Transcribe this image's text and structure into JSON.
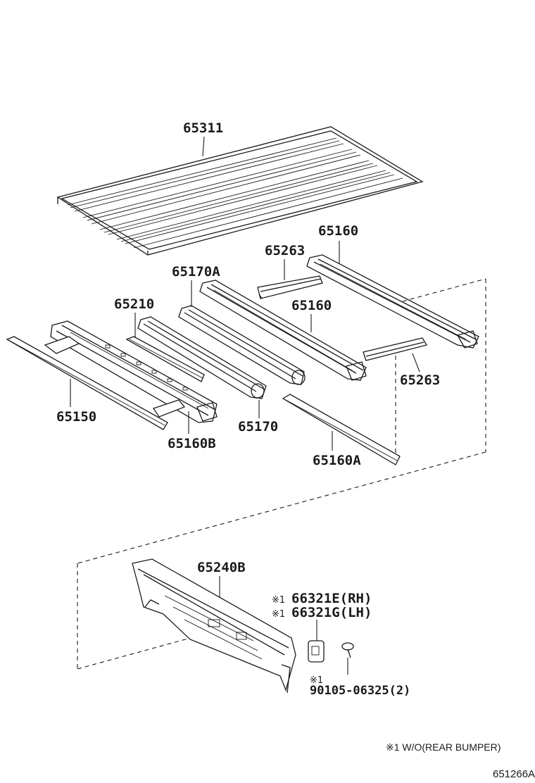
{
  "parts": {
    "floor_panel": "65311",
    "sill_right": "65160",
    "reinforcement_upper": "65263",
    "sill_65170a": "65170A",
    "sill_center": "65160",
    "reinforcement_65210": "65210",
    "reinforcement_lower": "65263",
    "member_65150": "65150",
    "sill_65160b": "65160B",
    "sill_65170": "65170",
    "sill_65160a": "65160A",
    "rear_panel": "65240B",
    "bracket_rh": "66321E(RH)",
    "bracket_lh": "66321G(LH)",
    "bolt_qty": "90105-06325(2)"
  },
  "note_mark": "※1",
  "footnote": "※1 W/O(REAR BUMPER)",
  "diagram_code": "651266A"
}
